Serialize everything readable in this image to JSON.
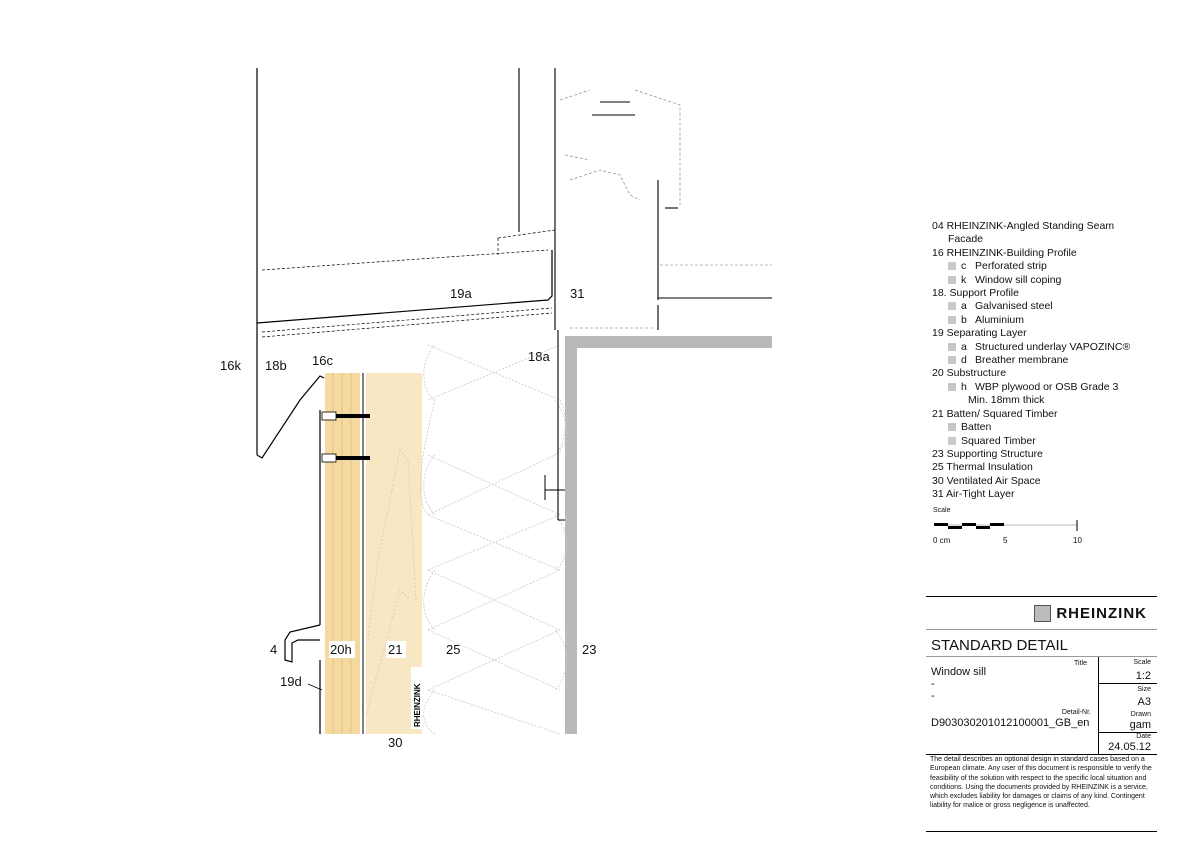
{
  "drawing": {
    "labels": {
      "l16k": "16k",
      "l18b": "18b",
      "l16c": "16c",
      "l19a": "19a",
      "l31": "31",
      "l18a": "18a",
      "l4": "4",
      "l20h": "20h",
      "l21": "21",
      "l25": "25",
      "l23": "23",
      "l19d": "19d",
      "l30": "30"
    },
    "watermark": "RHEINZINK",
    "colors": {
      "plywood": "#f5d9a0",
      "batten": "#f8e7c3",
      "wall": "#b9b9b9",
      "insulation_line": "#c8c8c8"
    }
  },
  "legend": {
    "items": [
      {
        "text": "04 RHEINZINK-Angled Standing Seam",
        "cont": "Facade"
      },
      {
        "text": "16 RHEINZINK-Building Profile",
        "subs": [
          {
            "code": "c",
            "text": "Perforated strip"
          },
          {
            "code": "k",
            "text": "Window sill coping"
          }
        ]
      },
      {
        "text": "18.  Support Profile",
        "subs": [
          {
            "code": "a",
            "text": "Galvanised steel"
          },
          {
            "code": "b",
            "text": "Aluminium"
          }
        ]
      },
      {
        "text": "19 Separating Layer",
        "subs": [
          {
            "code": "a",
            "text": "Structured underlay VAPOZINC®"
          },
          {
            "code": "d",
            "text": "Breather membrane"
          }
        ]
      },
      {
        "text": "20 Substructure",
        "subs": [
          {
            "code": "h",
            "text": "WBP plywood or OSB Grade 3",
            "cont": "Min. 18mm thick"
          }
        ]
      },
      {
        "text": "21 Batten/ Squared Timber",
        "subs": [
          {
            "code": "",
            "text": "Batten"
          },
          {
            "code": "",
            "text": "Squared Timber"
          }
        ]
      },
      {
        "text": "23 Supporting Structure"
      },
      {
        "text": "25 Thermal Insulation"
      },
      {
        "text": "30 Ventilated Air Space"
      },
      {
        "text": "31 Air-Tight Layer"
      }
    ],
    "scale": {
      "label": "Scale",
      "ticks": [
        "0 cm",
        "5",
        "10"
      ]
    }
  },
  "title_block": {
    "brand": "RHEINZINK",
    "heading": "STANDARD DETAIL",
    "title_label": "Title",
    "title": "Window sill",
    "title_line2": "-",
    "title_line3": "-",
    "detail_label": "Detail-Nr.",
    "detail_no": "D903030201012100001_GB_en",
    "scale_label": "Scale",
    "scale": "1:2",
    "size_label": "Size",
    "size": "A3",
    "drawn_label": "Drawn",
    "drawn": "gam",
    "date_label": "Date",
    "date": "24.05.12",
    "disclaimer": "The detail describes an optional design in standard cases based on a European climate. Any user of this document is responsible to verify the feasibility of the solution with respect to the specific local situation and conditions. Using the documents provided by RHEINZINK is a service, which excludes liability for damages or claims of any kind. Contingent liability for malice or gross negligence is unaffected."
  }
}
